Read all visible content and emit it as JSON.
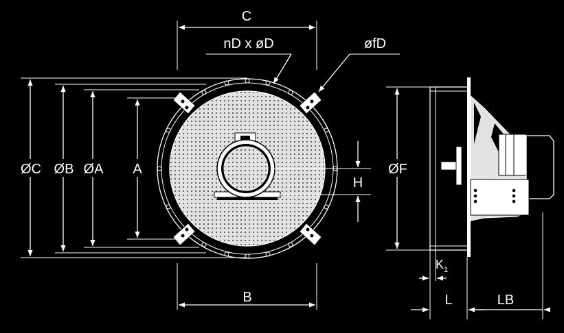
{
  "labels": {
    "dim_c_top": "C",
    "holes": "nD x øD",
    "fix_hole": "øfD",
    "dia_c": "ØC",
    "dia_b": "ØB",
    "dia_a": "ØA",
    "a": "A",
    "h": "H",
    "dia_f": "ØF",
    "b": "B",
    "k": "K",
    "k_sub": "1",
    "l": "L",
    "lb": "LB"
  },
  "colors": {
    "background": "#000000",
    "line": "#ffffff",
    "grille": "#e2e2e2",
    "grille_dot": "#555555"
  }
}
